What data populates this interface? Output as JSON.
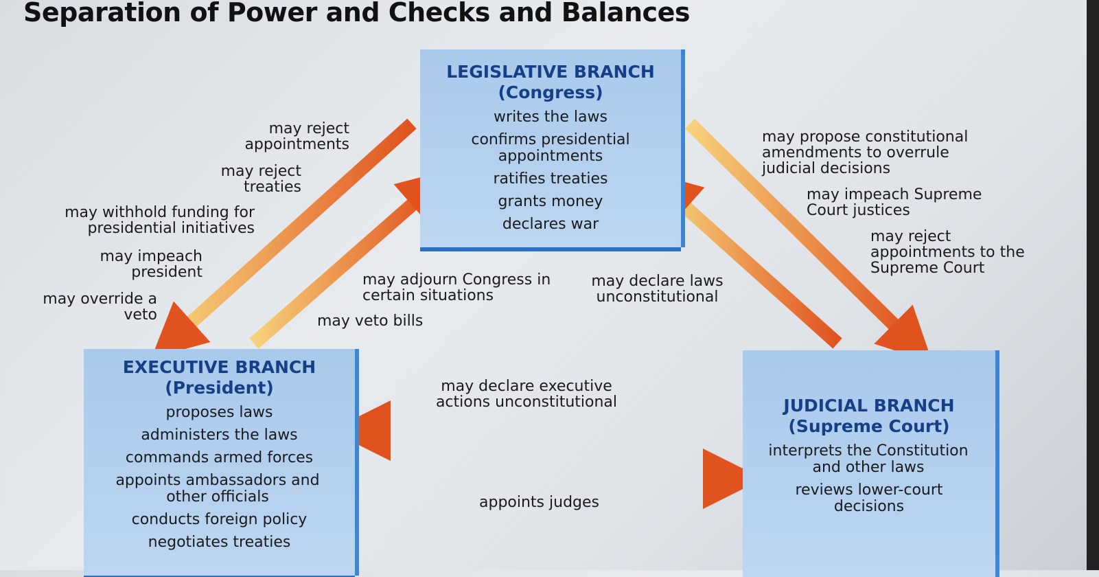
{
  "title": "Separation of Power and Checks and Balances",
  "legislative": {
    "heading": "LEGISLATIVE BRANCH",
    "sub": "(Congress)",
    "items": [
      "writes the laws",
      "confirms presidential appointments",
      "ratifies treaties",
      "grants money",
      "declares war"
    ]
  },
  "executive": {
    "heading": "EXECUTIVE BRANCH",
    "sub": "(President)",
    "items": [
      "proposes laws",
      "administers the laws",
      "commands armed forces",
      "appoints ambassadors and other officials",
      "conducts foreign policy",
      "negotiates treaties"
    ]
  },
  "judicial": {
    "heading": "JUDICIAL BRANCH",
    "sub": "(Supreme Court)",
    "items": [
      "interprets the Constitution and other laws",
      "reviews lower-court decisions"
    ]
  },
  "checks": {
    "leg_on_exec": [
      "may reject appointments",
      "may reject treaties",
      "may withhold funding for presidential initiatives",
      "may impeach president",
      "may override a veto"
    ],
    "exec_on_leg": [
      "may adjourn Congress in certain situations",
      "may veto bills"
    ],
    "jud_on_leg": "may declare laws unconstitutional",
    "leg_on_jud": [
      "may propose constitutional amendments to overrule judicial decisions",
      "may impeach Supreme Court justices",
      "may reject appointments to the Supreme Court"
    ],
    "jud_on_exec": "may declare executive actions unconstitutional",
    "exec_on_jud": "appoints judges"
  },
  "colors": {
    "arrow_dark": "#e0521e",
    "arrow_light": "#f6d27a",
    "heading": "#153f86"
  }
}
